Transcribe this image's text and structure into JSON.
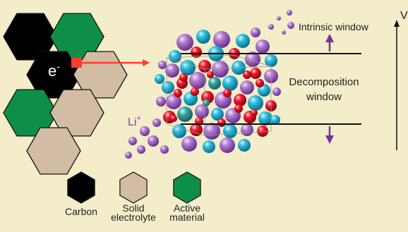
{
  "labels": {
    "electron": "e",
    "electron_sup": "-",
    "li": "Li",
    "li_sup": "+",
    "intrinsic_window": "Intrinsic window",
    "decomposition_line1": "Decomposition",
    "decomposition_line2": "window",
    "voltage_axis": "V"
  },
  "legend": [
    {
      "label_lines": [
        "Carbon"
      ],
      "color": "#000000"
    },
    {
      "label_lines": [
        "Solid",
        "electrolyte"
      ],
      "color": "#d2bca3"
    },
    {
      "label_lines": [
        "Active",
        "material"
      ],
      "color": "#0e8f47"
    }
  ],
  "colors": {
    "background": "#f3edc9",
    "carbon": "#000000",
    "electrolyte": "#d2bca3",
    "active": "#0e8f47",
    "arrow": "#ff3b2f",
    "window_arrow": "#7b2f9e",
    "atom_purple": "#9d5fc2",
    "atom_cyan": "#18aed0",
    "atom_red": "#e8102a",
    "atom_teal": "#2f9d9b"
  }
}
